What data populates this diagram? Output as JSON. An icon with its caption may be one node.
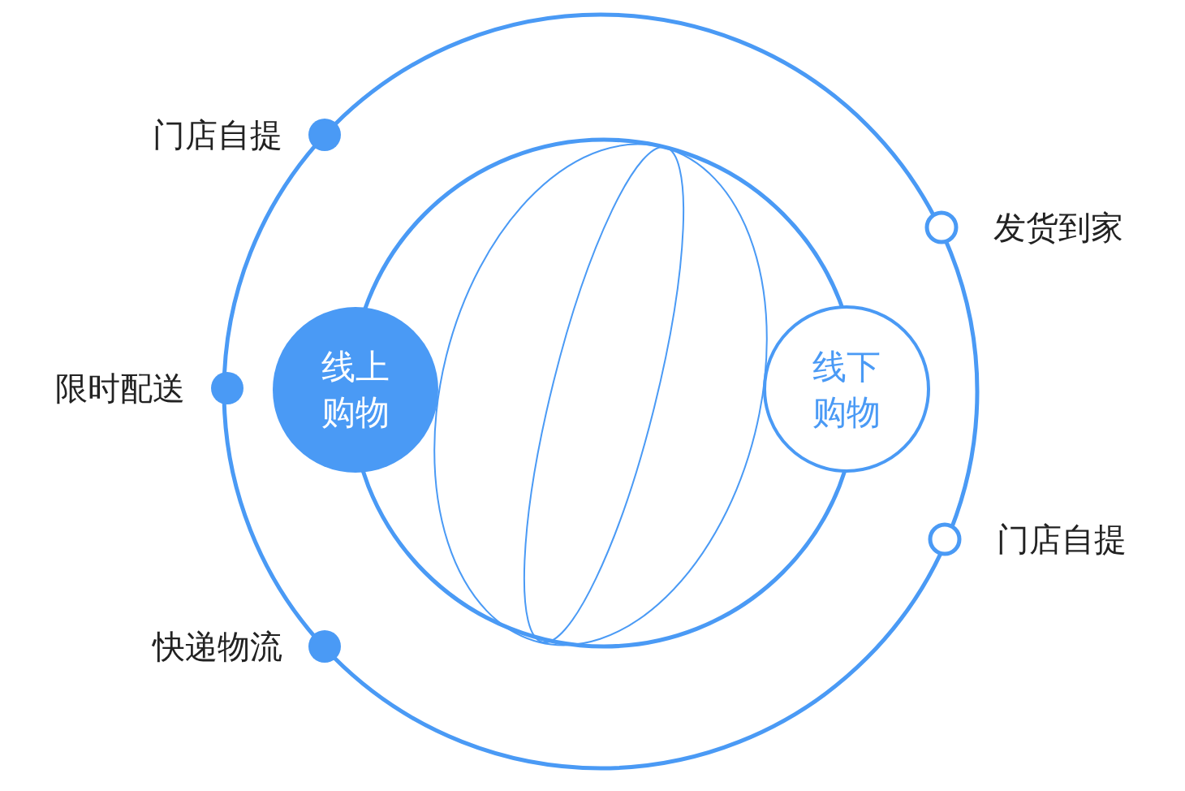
{
  "diagram": {
    "nodes": [
      {
        "text": [
          "线上购物"
        ]
      },
      {
        "text": [
          "线下购物"
        ]
      }
    ],
    "edges": [],
    "labels": [
      "门店自提",
      "发货到家",
      "限时配送",
      "门店自提",
      "快递物流"
    ]
  }
}
